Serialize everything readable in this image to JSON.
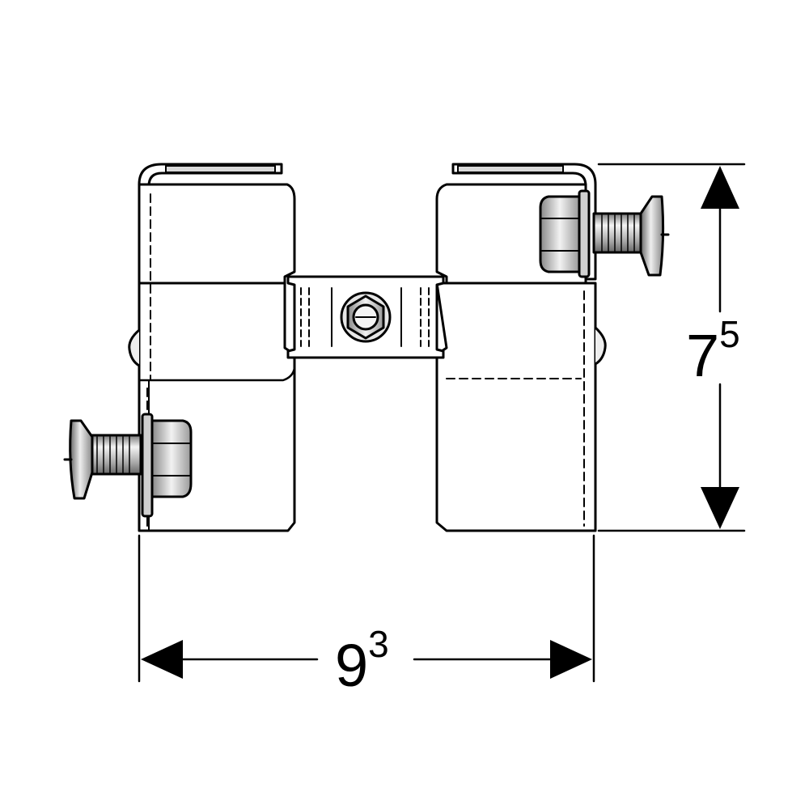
{
  "dimensions": {
    "height": {
      "base": "7",
      "sup": "5"
    },
    "width": {
      "base": "9",
      "sup": "3"
    }
  },
  "colors": {
    "line": "#000000",
    "fill": "#ffffff",
    "metal_light": "#e8e8e8",
    "metal_mid": "#bdbdbd",
    "metal_dark": "#8c8c8c"
  }
}
